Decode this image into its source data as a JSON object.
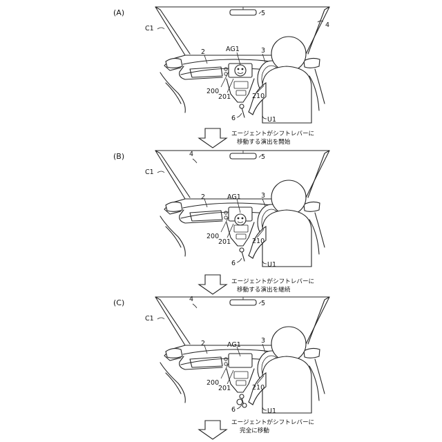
{
  "panels": [
    {
      "letter": "(A)",
      "labels": {
        "c1": "C1",
        "n4": "4",
        "n5": "5",
        "n2": "2",
        "ag1": "AG1",
        "n3": "3",
        "n200": "200",
        "n201": "201",
        "n210": "210",
        "n6": "6",
        "u1": "U1"
      },
      "agent_state": "on-screen"
    },
    {
      "letter": "(B)",
      "labels": {
        "c1": "C1",
        "n4": "4",
        "n5": "5",
        "n2": "2",
        "ag1": "AG1",
        "n3": "3",
        "n200": "200",
        "n201": "201",
        "n210": "210",
        "n6": "6",
        "u1": "U1"
      },
      "agent_state": "moving-down"
    },
    {
      "letter": "(C)",
      "labels": {
        "c1": "C1",
        "n4": "4",
        "n5": "5",
        "n2": "2",
        "ag1": "AG1",
        "n3": "3",
        "n200": "200",
        "n201": "201",
        "n210": "210",
        "n6": "6",
        "u1": "U1"
      },
      "agent_state": "at-shift-lever"
    }
  ],
  "arrows": [
    {
      "line1": "エージェントがシフトレバーに",
      "line2": "移動する演出を開始"
    },
    {
      "line1": "エージェントがシフトレバーに",
      "line2": "移動する演出を継続"
    },
    {
      "line1": "エージェントがシフトレバーに",
      "line2": "完全に移動"
    }
  ]
}
